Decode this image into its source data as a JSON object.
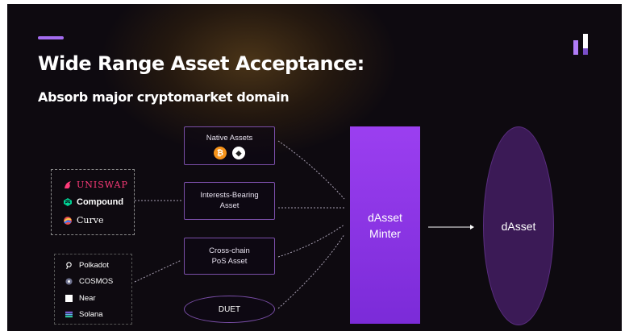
{
  "slide": {
    "title": "Wide Range Asset Acceptance:",
    "subtitle": "Absorb major cryptomarket domain"
  },
  "colors": {
    "accent_bar": "#a46cf0",
    "minter": "#8a35e4",
    "dasset_oval": "#3b1a56",
    "box_border": "#7a4ea8"
  },
  "defi_protocols": [
    {
      "label": "UNISWAP",
      "icon": "unicorn-icon"
    },
    {
      "label": "Compound",
      "icon": "compound-icon"
    },
    {
      "label": "Curve",
      "icon": "curve-icon"
    }
  ],
  "chains": [
    {
      "label": "Polkadot",
      "icon": "polkadot-icon"
    },
    {
      "label": "COSMOS",
      "icon": "cosmos-icon"
    },
    {
      "label": "Near",
      "icon": "near-icon"
    },
    {
      "label": "Solana",
      "icon": "solana-icon"
    }
  ],
  "asset_types": {
    "native": "Native Assets",
    "native_coins": [
      "bitcoin-icon",
      "ethereum-icon"
    ],
    "interest_line1": "Interests-Bearing",
    "interest_line2": "Asset",
    "crosschain_line1": "Cross-chain",
    "crosschain_line2": "PoS Asset",
    "duet": "DUET"
  },
  "minter": {
    "line1": "dAsset",
    "line2": "Minter"
  },
  "output": {
    "label": "dAsset"
  }
}
